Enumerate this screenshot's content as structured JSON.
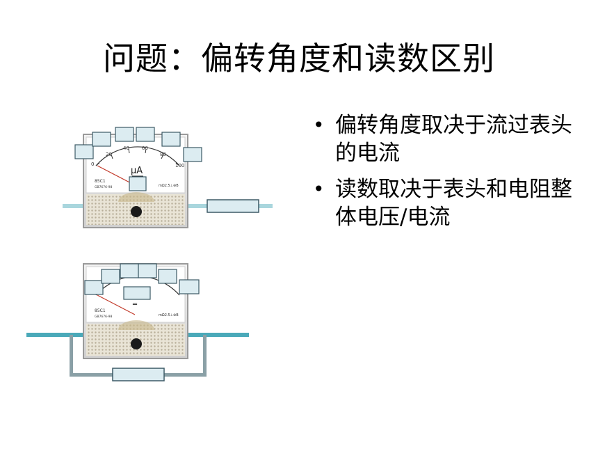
{
  "title": "问题：偏转角度和读数区别",
  "bullets": [
    "偏转角度取决于流过表头的电流",
    "读数取决于表头和电阻整体电压/电流"
  ],
  "meter1": {
    "scale_labels": [
      "0",
      "20",
      "40",
      "60",
      "80",
      "100"
    ],
    "unit": "μA",
    "model": "85C1",
    "standard": "GB7676-98",
    "class_mark": "mΩ2.5⊥⊕B"
  },
  "meter2": {
    "model": "85C1",
    "standard": "GB7676-98",
    "class_mark": "mΩ2.5⊥⊕B",
    "dc_symbol": "═"
  },
  "colors": {
    "wire_light": "#a9d6dd",
    "wire_teal": "#4aa9b9",
    "wire_gray": "#8aa0a6",
    "resistor_fill": "#dcecf1",
    "label_box_fill": "#dcecf1",
    "label_box_stroke": "#3d5a66"
  }
}
